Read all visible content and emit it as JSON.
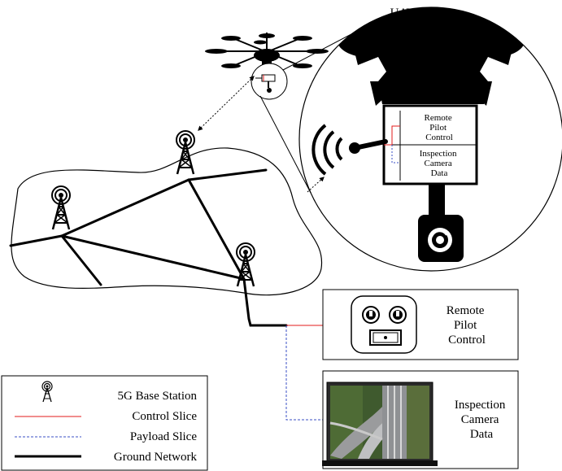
{
  "uav_detail": {
    "title": "UAV Detail",
    "box_top_label": [
      "Remote",
      "Pilot",
      "Control"
    ],
    "box_bottom_label": [
      "Inspection",
      "Camera",
      "Data"
    ]
  },
  "pilot_panel": {
    "label": [
      "Remote",
      "Pilot",
      "Control"
    ]
  },
  "camera_panel": {
    "label": [
      "Inspection",
      "Camera",
      "Data"
    ]
  },
  "legend": {
    "items": [
      {
        "label": "5G Base Station",
        "icon": "antenna-tower-icon"
      },
      {
        "label": "Control Slice",
        "color": "#e31b1b"
      },
      {
        "label": "Payload Slice",
        "color": "#3a4fc4"
      },
      {
        "label": "Ground Network",
        "color": "#000000"
      }
    ]
  },
  "colors": {
    "control": "#e31b1b",
    "payload": "#3a4fc4",
    "network": "#000000"
  }
}
